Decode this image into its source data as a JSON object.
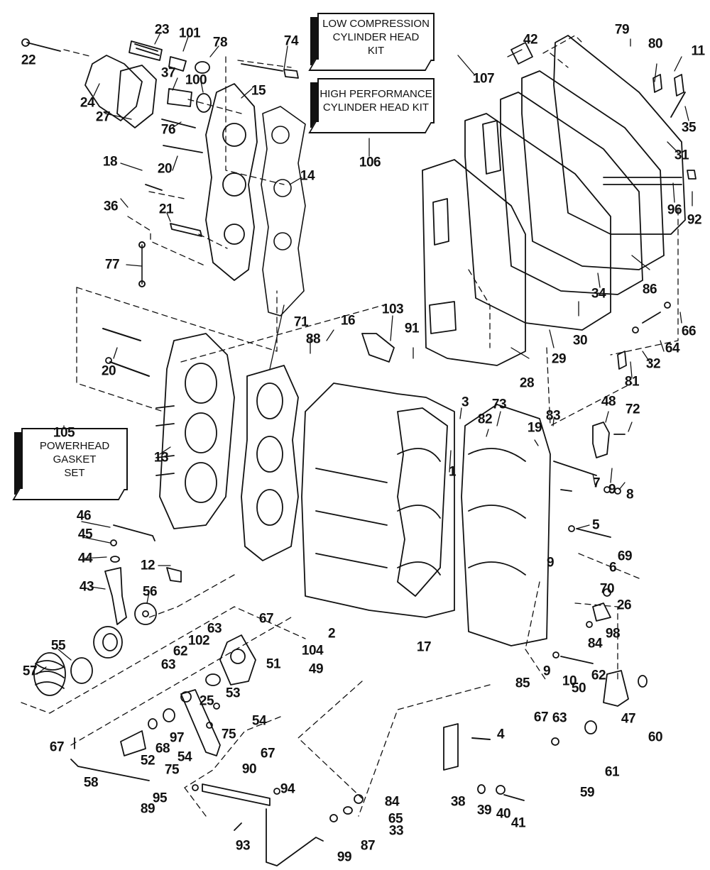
{
  "diagram": {
    "title": "Powerhead exploded parts diagram",
    "kits": [
      {
        "id": "107",
        "lines": [
          "LOW COMPRESSION",
          "CYLINDER HEAD",
          "KIT"
        ]
      },
      {
        "id": "106",
        "lines": [
          "HIGH PERFORMANCE",
          "CYLINDER HEAD KIT"
        ]
      },
      {
        "id": "105",
        "lines": [
          "POWERHEAD",
          "GASKET",
          "SET"
        ]
      }
    ],
    "callouts": [
      "22",
      "23",
      "101",
      "78",
      "74",
      "24",
      "27",
      "37",
      "100",
      "15",
      "76",
      "20",
      "18",
      "14",
      "36",
      "21",
      "77",
      "20",
      "107",
      "106",
      "42",
      "79",
      "80",
      "11",
      "35",
      "31",
      "96",
      "92",
      "86",
      "34",
      "30",
      "29",
      "28",
      "66",
      "64",
      "32",
      "81",
      "103",
      "16",
      "88",
      "91",
      "71",
      "105",
      "13",
      "3",
      "73",
      "82",
      "1",
      "19",
      "83",
      "48",
      "72",
      "7",
      "9",
      "8",
      "5",
      "46",
      "45",
      "44",
      "12",
      "43",
      "56",
      "55",
      "57",
      "6",
      "9",
      "69",
      "70",
      "26",
      "98",
      "84",
      "67",
      "63",
      "102",
      "62",
      "63",
      "51",
      "2",
      "104",
      "49",
      "17",
      "53",
      "25",
      "54",
      "75",
      "9",
      "10",
      "85",
      "62",
      "50",
      "63",
      "67",
      "47",
      "60",
      "61",
      "59",
      "4",
      "38",
      "39",
      "40",
      "41",
      "67",
      "68",
      "97",
      "52",
      "54",
      "75",
      "58",
      "67",
      "90",
      "94",
      "95",
      "89",
      "93",
      "84",
      "65",
      "33",
      "87",
      "99"
    ]
  }
}
